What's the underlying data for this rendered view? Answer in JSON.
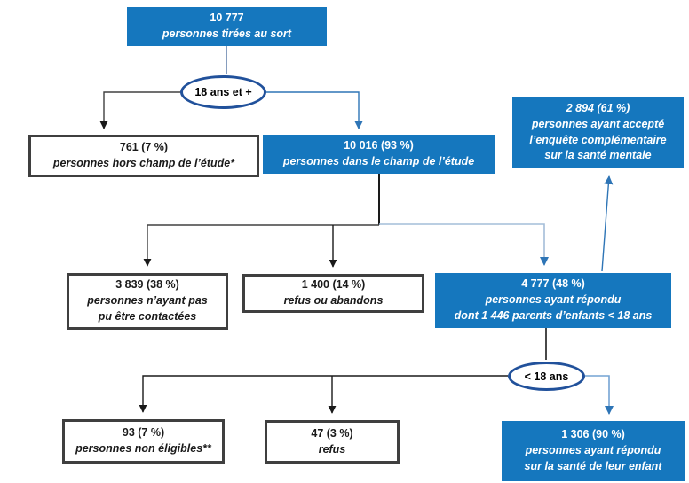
{
  "colors": {
    "primary_blue": "#1577be",
    "ellipse_border": "#21519b",
    "box_border": "#3f3f3f",
    "black_line": "#1a1a1a",
    "light_blue_line": "#a4bdd8",
    "mid_blue_line": "#2e75b6"
  },
  "nodes": {
    "tirees": {
      "lines": [
        "10 777",
        "personnes tirées au sort"
      ]
    },
    "filter_adultes": {
      "label": "18 ans et +"
    },
    "hors_champ": {
      "lines": [
        "761 (7 %)",
        "personnes hors champ de l’étude*"
      ]
    },
    "dans_champ": {
      "lines": [
        "10 016 (93 %)",
        "personnes dans le champ de l’étude"
      ]
    },
    "enquete_complementaire": {
      "lines": [
        "2 894 (61 %)",
        "personnes ayant accepté",
        "l’enquête complémentaire",
        "sur la santé mentale"
      ]
    },
    "non_contactees": {
      "lines": [
        "3 839 (38 %)",
        "personnes n’ayant pas",
        "pu être contactées"
      ]
    },
    "refus_abandons": {
      "lines": [
        "1 400 (14 %)",
        "refus ou abandons"
      ]
    },
    "repondu": {
      "lines": [
        "4 777 (48 %)",
        "personnes ayant répondu",
        "dont 1 446 parents d’enfants < 18 ans"
      ]
    },
    "filter_enfants": {
      "label": "< 18 ans"
    },
    "non_eligibles": {
      "lines": [
        "93 (7 %)",
        "personnes non éligibles**"
      ]
    },
    "refus_enfant": {
      "lines": [
        "47 (3 %)",
        "refus"
      ]
    },
    "repondu_enfant": {
      "lines": [
        "1 306 (90 %)",
        "personnes ayant répondu",
        "sur la santé de leur enfant"
      ]
    }
  }
}
